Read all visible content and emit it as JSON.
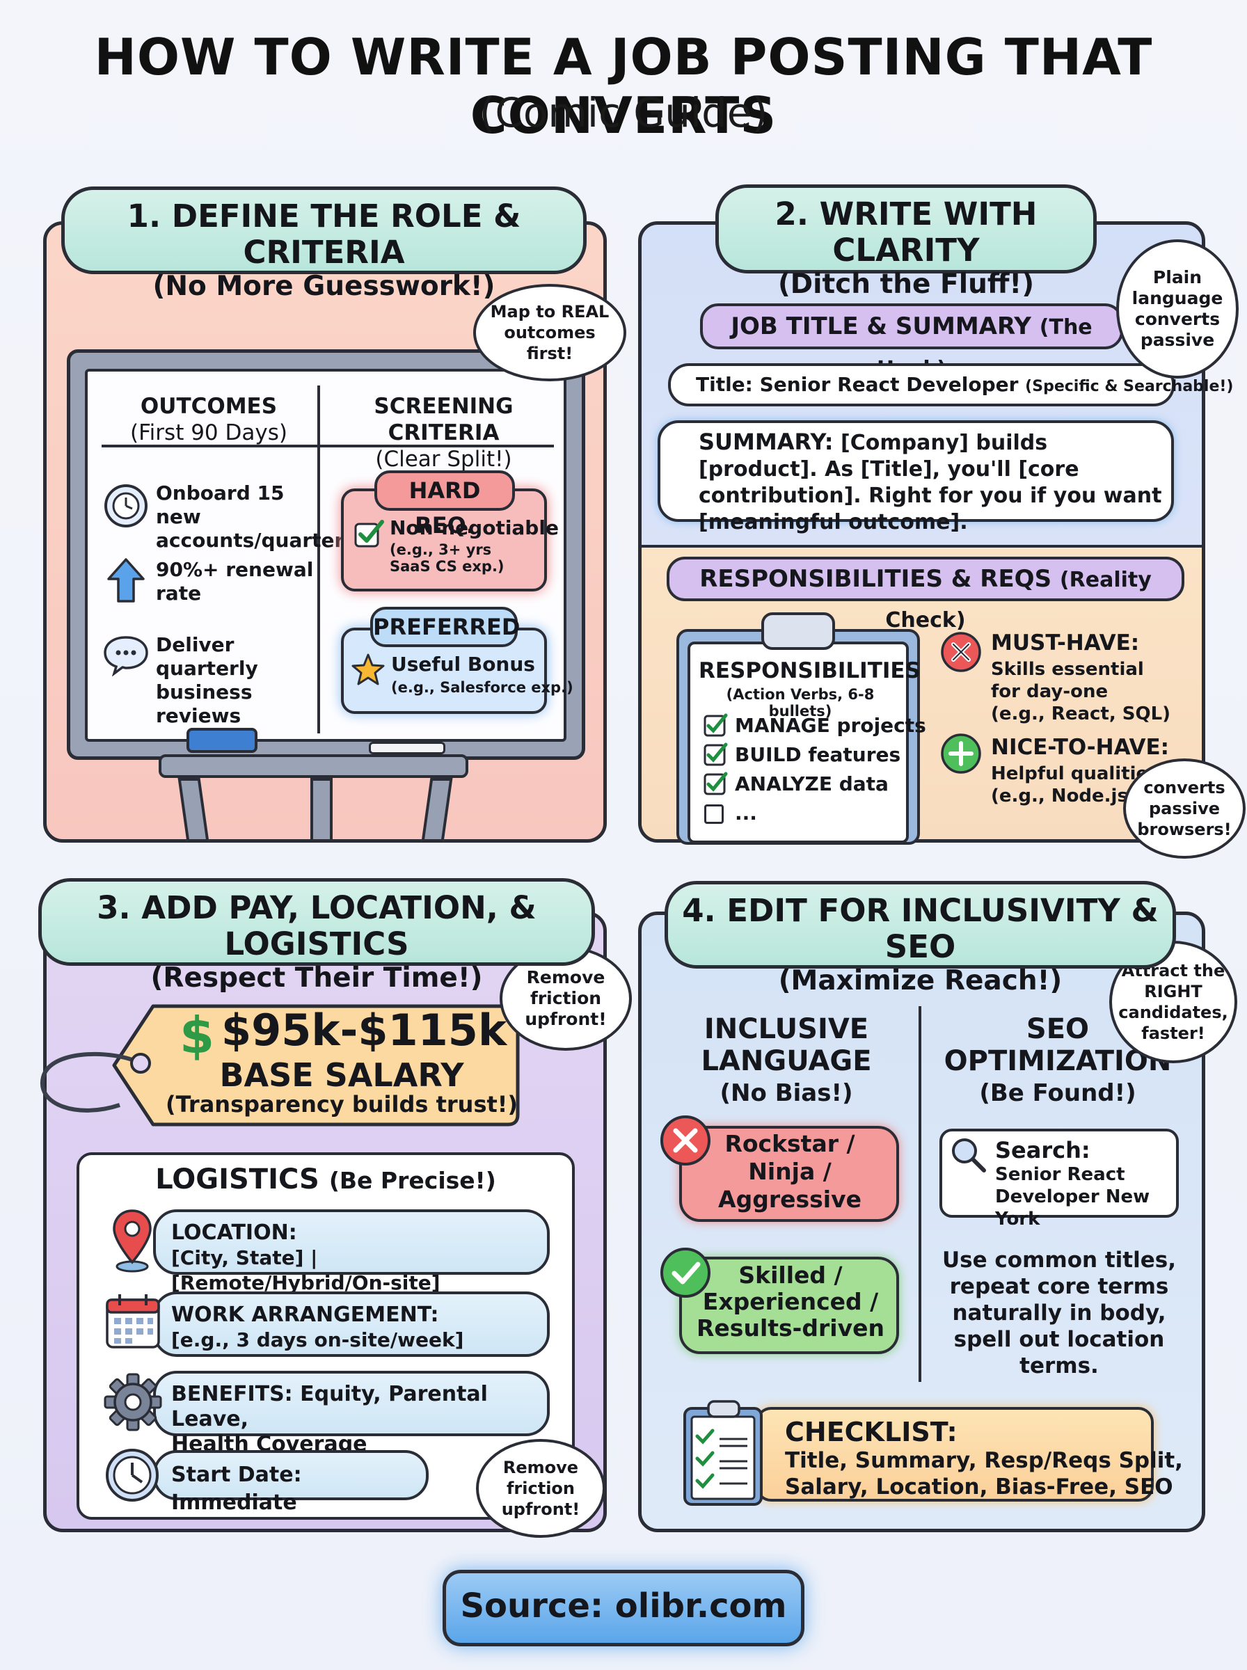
{
  "header": {
    "title": "HOW TO WRITE A JOB POSTING THAT CONVERTS",
    "subtitle": "(Comic Guide)"
  },
  "panel1": {
    "heading": "1. DEFINE THE ROLE & CRITERIA",
    "subheading": "(No More Guesswork!)",
    "bubble": "Map to REAL outcomes first!",
    "outcomes_head": "OUTCOMES",
    "outcomes_sub": "(First 90 Days)",
    "screening_head": "SCREENING CRITERIA",
    "screening_sub": "(Clear Split!)",
    "outcomes": [
      "Onboard 15 new accounts/quarter",
      "90%+ renewal rate",
      "Deliver quarterly business reviews"
    ],
    "hard_req": {
      "tag": "HARD REQ.",
      "text": "Non-negotiable",
      "example": "(e.g., 3+ yrs SaaS CS exp.)"
    },
    "preferred": {
      "tag": "PREFERRED",
      "text": "Useful Bonus",
      "example": "(e.g., Salesforce exp.)"
    }
  },
  "panel2": {
    "heading": "2. WRITE WITH CLARITY",
    "subheading": "(Ditch the Fluff!)",
    "bubble_top": "Plain language converts passive",
    "job_title_label": "JOB TITLE & SUMMARY",
    "job_title_label_sub": "(The Hook)",
    "title_line": "Title: Senior React Developer",
    "title_line_note": "(Specific & Searchable!)",
    "summary_label": "SUMMARY:",
    "summary_text": "[Company] builds [product]. As [Title], you'll [core contribution]. Right for you if you want [meaningful outcome].",
    "resp_label": "RESPONSIBILITIES & REQS",
    "resp_label_sub": "(Reality Check)",
    "resp_head": "RESPONSIBILITIES",
    "resp_sub": "(Action Verbs, 6-8 bullets)",
    "resp_items": [
      "MANAGE projects",
      "BUILD features",
      "ANALYZE data",
      "..."
    ],
    "must_have": {
      "title": "MUST-HAVE:",
      "lines": [
        "Skills essential",
        "for day-one",
        "(e.g., React, SQL)"
      ]
    },
    "nice_to_have": {
      "title": "NICE-TO-HAVE:",
      "lines": [
        "Helpful qualities",
        "(e.g., Node.js)"
      ]
    },
    "bubble_bottom": "converts passive browsers!"
  },
  "panel3": {
    "heading": "3. ADD PAY, LOCATION, & LOGISTICS",
    "subheading": "(Respect Their Time!)",
    "bubble_top": "Remove friction upfront!",
    "salary_symbol": "$",
    "salary": "$95k-$115k",
    "salary_label": "BASE SALARY",
    "salary_note": "(Transparency builds trust!)",
    "logistics_head": "LOGISTICS",
    "logistics_sub": "(Be Precise!)",
    "location_title": "LOCATION:",
    "location_text": "[City, State] | [Remote/Hybrid/On-site]",
    "work_title": "WORK ARRANGEMENT:",
    "work_text": "[e.g., 3 days on-site/week]",
    "benefits_line1": "BENEFITS: Equity, Parental Leave,",
    "benefits_line2": "Health Coverage",
    "start_date": "Start Date: Immediate",
    "bubble_bottom": "Remove friction upfront!"
  },
  "panel4": {
    "heading": "4. EDIT FOR INCLUSIVITY & SEO",
    "subheading": "(Maximize Reach!)",
    "bubble": "Attract the RIGHT candidates, faster!",
    "incl_head1": "INCLUSIVE",
    "incl_head2": "LANGUAGE",
    "incl_sub": "(No Bias!)",
    "seo_head1": "SEO",
    "seo_head2": "OPTIMIZATION",
    "seo_sub": "(Be Found!)",
    "bad_words": [
      "Rockstar /",
      "Ninja /",
      "Aggressive"
    ],
    "good_words": [
      "Skilled /",
      "Experienced /",
      "Results-driven"
    ],
    "search_label": "Search:",
    "search_query": "Senior React Developer New York",
    "seo_tip": "Use common titles, repeat core terms naturally in body, spell out location terms.",
    "checklist_title": "CHECKLIST:",
    "checklist_line1": "Title, Summary, Resp/Reqs Split,",
    "checklist_line2": "Salary, Location, Bias-Free, SEO"
  },
  "footer": {
    "source": "Source: olibr.com"
  },
  "colors": {
    "panel1_bg": "#f8c7bf",
    "panel2_bg": "#d4e0f7",
    "panel3_bg": "#d7c8ef",
    "panel4_bg": "#d4e3f6",
    "heading_pill": "#b8e6db",
    "hard_req": "#f6b3b3",
    "preferred": "#c9e1f7",
    "must_have_icon": "#e84d4d",
    "nice_to_have_icon": "#46b553",
    "salary_tag": "#fbd9a0",
    "footer_pill": "#4f9de8"
  },
  "icons": [
    "clock-icon",
    "arrow-up-icon",
    "chat-icon",
    "check-icon",
    "star-icon",
    "x-icon",
    "plus-icon",
    "location-pin-icon",
    "calendar-icon",
    "gear-icon",
    "search-icon",
    "clipboard-icon",
    "price-tag-icon"
  ]
}
